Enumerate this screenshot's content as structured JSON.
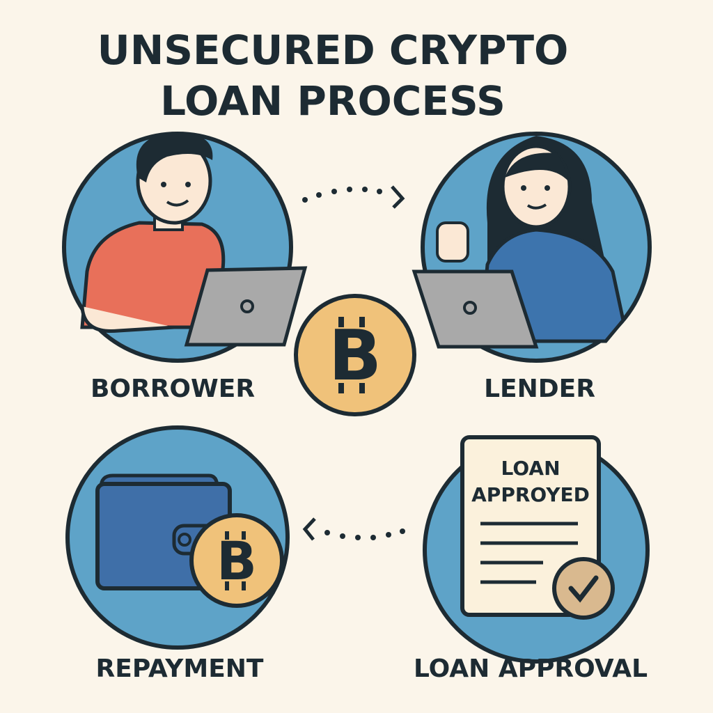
{
  "title": {
    "line1": "UNSECURED CRYPTO",
    "line2": "LOAN PROCESS"
  },
  "steps": [
    {
      "label": "BORROWER"
    },
    {
      "label": "LENDER"
    },
    {
      "label": "REPAYMENT"
    },
    {
      "label": "LOAN APPROVAL"
    }
  ],
  "document": {
    "line1": "LOAN",
    "line2": "APPROYED"
  },
  "coin_symbol": "B",
  "colors": {
    "background": "#fbf5ea",
    "circle": "#5ea3c8",
    "outline": "#1d2b33",
    "coin": "#f0c27a",
    "borrower_shirt": "#e8705a",
    "lender_shirt": "#3d74ad",
    "laptop": "#a9a9a9",
    "wallet": "#3f6fa8",
    "paper": "#fbf1dc"
  }
}
